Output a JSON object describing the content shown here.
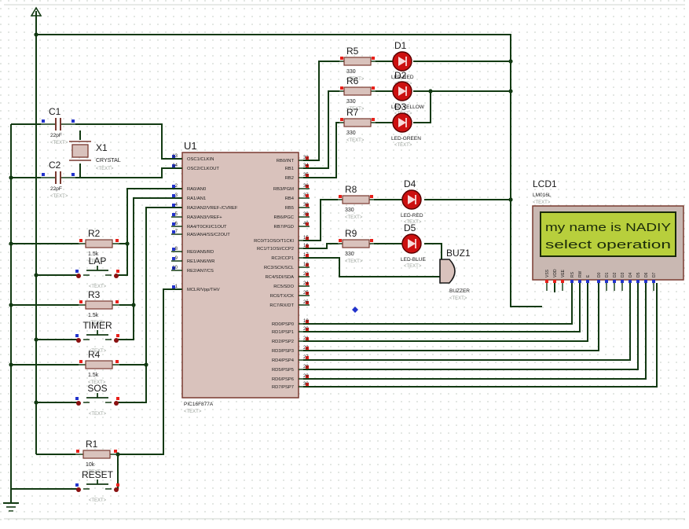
{
  "u1": {
    "ref": "U1",
    "part": "PIC16F877A",
    "text": "<TEXT>",
    "left_pins": [
      {
        "num": "13",
        "name": "OSC1/CLKIN"
      },
      {
        "num": "14",
        "name": "OSC2/CLKOUT"
      },
      {
        "num": "2",
        "name": "RA0/AN0"
      },
      {
        "num": "3",
        "name": "RA1/AN1"
      },
      {
        "num": "4",
        "name": "RA2/AN2/VREF-/CVREF"
      },
      {
        "num": "5",
        "name": "RA3/AN3/VREF+"
      },
      {
        "num": "6",
        "name": "RA4/T0CKI/C1OUT"
      },
      {
        "num": "7",
        "name": "RA5/AN4/SS/C2OUT"
      },
      {
        "num": "8",
        "name": "RE0/AN5/RD"
      },
      {
        "num": "9",
        "name": "RE1/AN6/WR"
      },
      {
        "num": "10",
        "name": "RE2/AN7/CS"
      },
      {
        "num": "1",
        "name": "MCLR/Vpp/THV"
      }
    ],
    "right_pins": [
      {
        "num": "33",
        "name": "RB0/INT"
      },
      {
        "num": "34",
        "name": "RB1"
      },
      {
        "num": "35",
        "name": "RB2"
      },
      {
        "num": "36",
        "name": "RB3/PGM"
      },
      {
        "num": "37",
        "name": "RB4"
      },
      {
        "num": "38",
        "name": "RB5"
      },
      {
        "num": "39",
        "name": "RB6/PGC"
      },
      {
        "num": "40",
        "name": "RB7/PGD"
      },
      {
        "num": "15",
        "name": "RC0/T1OSO/T1CKI"
      },
      {
        "num": "16",
        "name": "RC1/T1OSI/CCP2"
      },
      {
        "num": "17",
        "name": "RC2/CCP1"
      },
      {
        "num": "18",
        "name": "RC3/SCK/SCL"
      },
      {
        "num": "23",
        "name": "RC4/SDI/SDA"
      },
      {
        "num": "24",
        "name": "RC5/SDO"
      },
      {
        "num": "25",
        "name": "RC6/TX/CK"
      },
      {
        "num": "26",
        "name": "RC7/RX/DT"
      },
      {
        "num": "19",
        "name": "RD0/PSP0"
      },
      {
        "num": "20",
        "name": "RD1/PSP1"
      },
      {
        "num": "21",
        "name": "RD2/PSP2"
      },
      {
        "num": "22",
        "name": "RD3/PSP3"
      },
      {
        "num": "27",
        "name": "RD4/PSP4"
      },
      {
        "num": "28",
        "name": "RD5/PSP5"
      },
      {
        "num": "29",
        "name": "RD6/PSP6"
      },
      {
        "num": "30",
        "name": "RD7/PSP7"
      }
    ]
  },
  "crystal": {
    "ref": "X1",
    "value": "CRYSTAL",
    "text": "<TEXT>"
  },
  "capacitors": [
    {
      "ref": "C1",
      "value": "22pF",
      "text": "<TEXT>"
    },
    {
      "ref": "C2",
      "value": "22pF",
      "text": "<TEXT>"
    }
  ],
  "resistors": {
    "r5": {
      "ref": "R5",
      "value": "330",
      "text": "<TEXT>"
    },
    "r6": {
      "ref": "R6",
      "value": "330",
      "text": "<TEXT>"
    },
    "r7": {
      "ref": "R7",
      "value": "330",
      "text": "<TEXT>"
    },
    "r8": {
      "ref": "R8",
      "value": "330",
      "text": "<TEXT>"
    },
    "r9": {
      "ref": "R9",
      "value": "330",
      "text": "<TEXT>"
    },
    "r2": {
      "ref": "R2",
      "value": "1.5k",
      "text": "<TEXT>"
    },
    "r3": {
      "ref": "R3",
      "value": "1.5k",
      "text": "<TEXT>"
    },
    "r4": {
      "ref": "R4",
      "value": "1.5k",
      "text": "<TEXT>"
    },
    "r1": {
      "ref": "R1",
      "value": "10k",
      "text": "<TEXT>"
    }
  },
  "leds": {
    "d1": {
      "ref": "D1",
      "value": "LED-RED",
      "text": "<TEXT>"
    },
    "d2": {
      "ref": "D2",
      "value": "LED-YELLOW",
      "text": "<TEXT>"
    },
    "d3": {
      "ref": "D3",
      "value": "LED-GREEN",
      "text": "<TEXT>"
    },
    "d4": {
      "ref": "D4",
      "value": "LED-RED",
      "text": "<TEXT>"
    },
    "d5": {
      "ref": "D5",
      "value": "LED-BLUE",
      "text": "<TEXT>"
    }
  },
  "buzzer": {
    "ref": "BUZ1",
    "value": "BUZZER",
    "text": "<TEXT>"
  },
  "buttons": {
    "lap": {
      "label": "LAP",
      "text": "<TEXT>"
    },
    "timer": {
      "label": "TIMER",
      "text": "<TEXT>"
    },
    "sos": {
      "label": "SOS",
      "text": "<TEXT>"
    },
    "reset": {
      "label": "RESET",
      "text": "<TEXT>"
    }
  },
  "lcd": {
    "ref": "LCD1",
    "part": "LM016L",
    "text": "<TEXT>",
    "line1": "my name is NADIY",
    "line2": "select operation",
    "pins": [
      "VSS",
      "VDD",
      "VEE",
      "RS",
      "RW",
      "E",
      "D0",
      "D1",
      "D2",
      "D3",
      "D4",
      "D5",
      "D6",
      "D7"
    ]
  },
  "colors": {
    "background": "#ffffff",
    "grid_dot": "#cfd6cf",
    "wire": "#123a12",
    "component_fill": "#d9c2bc",
    "component_stroke": "#7a3a30",
    "pin_red": "#e8201a",
    "pin_blue": "#2233cc",
    "led_red": "#cc1010",
    "lcd_panel": "#b8cf3c",
    "lcd_text": "#1a2a0a"
  }
}
